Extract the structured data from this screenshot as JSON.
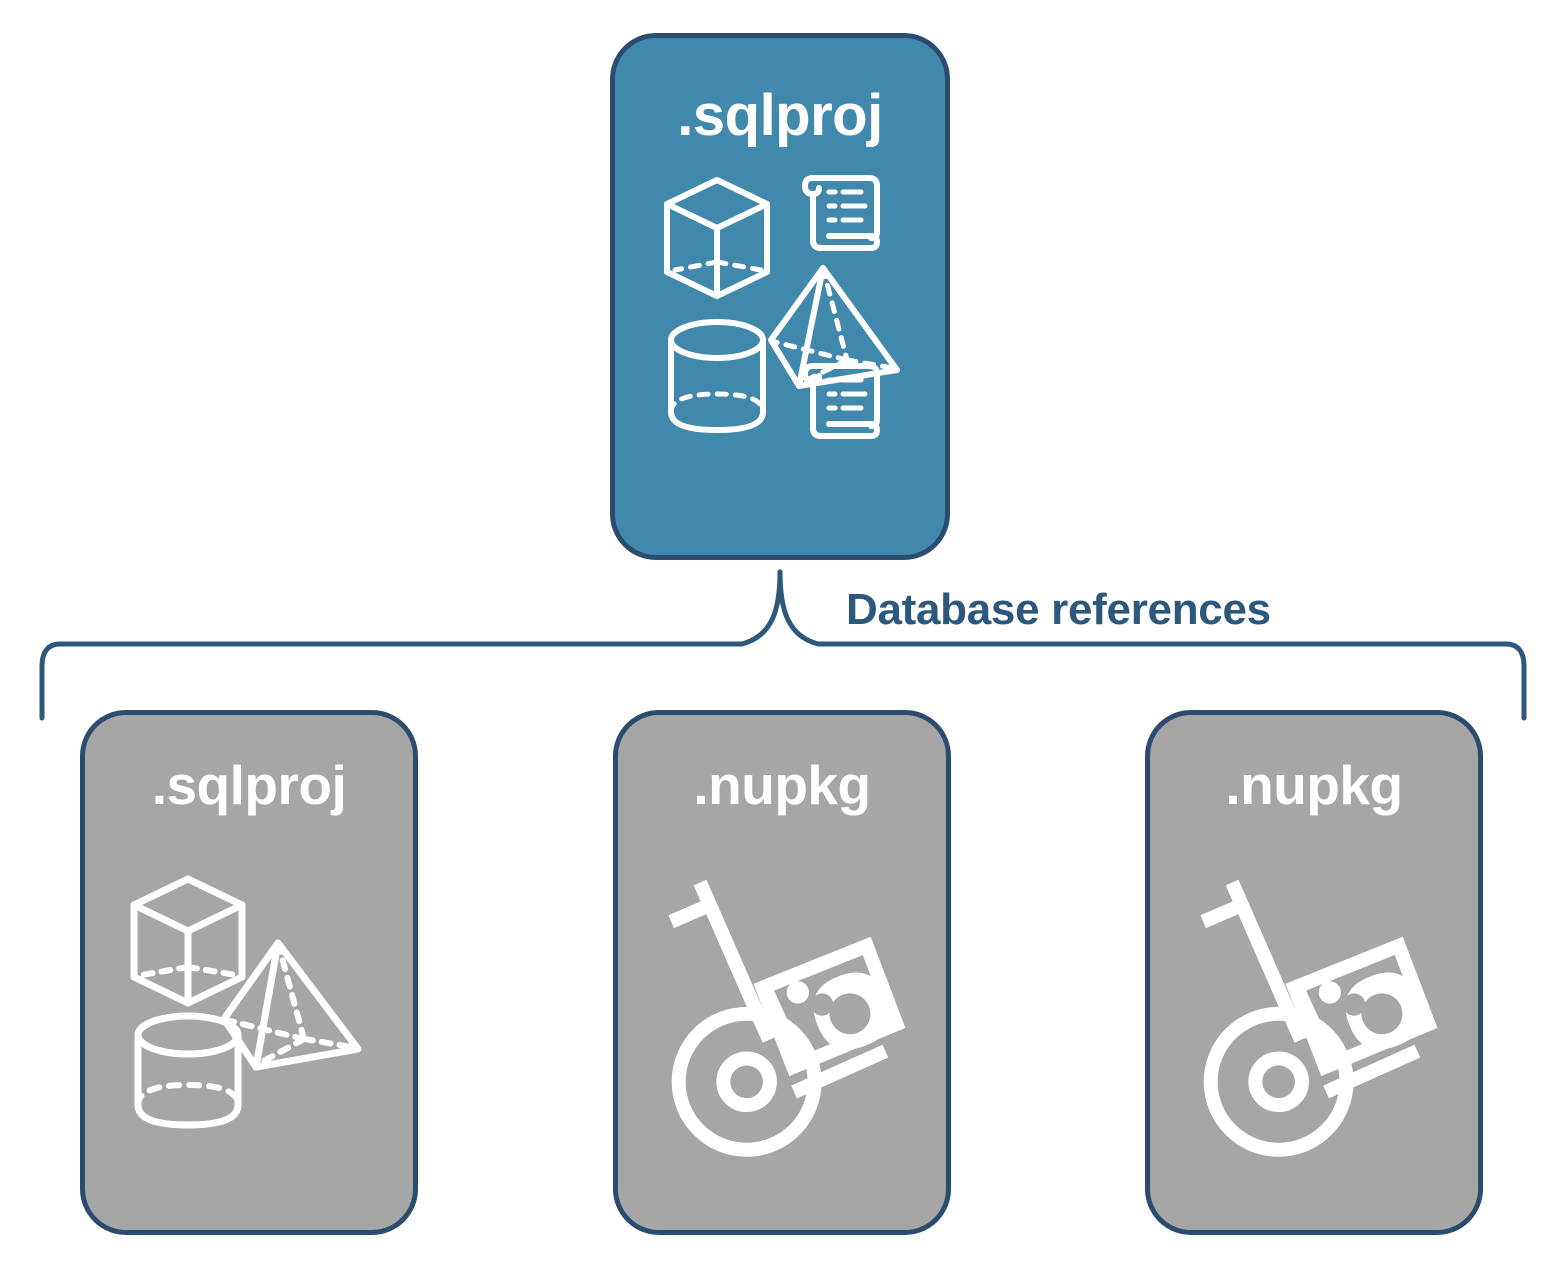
{
  "diagram": {
    "title_text": "Database references",
    "colors": {
      "primary_card_fill": "#4189AC",
      "reference_card_fill": "#A6A6A6",
      "border": "#2B4C6F",
      "label_text": "#2B587C",
      "icon_stroke": "#FFFFFF",
      "background": "#FFFFFF"
    },
    "root": {
      "label": ".sqlproj",
      "icons": [
        "cube-icon",
        "pyramid-icon",
        "cylinder-icon",
        "scroll-icon",
        "scroll-icon"
      ]
    },
    "connector": {
      "label": "Database references",
      "style": "curly-brace"
    },
    "references": [
      {
        "label": ".sqlproj",
        "icons": [
          "cube-icon",
          "pyramid-icon",
          "cylinder-icon"
        ]
      },
      {
        "label": ".nupkg",
        "icons": [
          "package-hand-truck-icon"
        ]
      },
      {
        "label": ".nupkg",
        "icons": [
          "package-hand-truck-icon"
        ]
      }
    ]
  }
}
